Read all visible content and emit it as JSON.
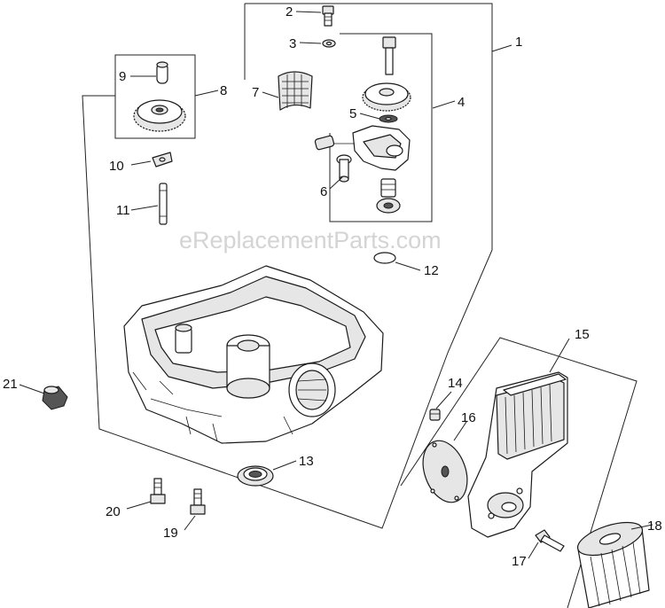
{
  "watermark": "eReplacementParts.com",
  "callouts": [
    {
      "id": "1",
      "text": "1"
    },
    {
      "id": "2",
      "text": "2"
    },
    {
      "id": "3",
      "text": "3"
    },
    {
      "id": "4",
      "text": "4"
    },
    {
      "id": "5",
      "text": "5"
    },
    {
      "id": "6",
      "text": "6"
    },
    {
      "id": "7",
      "text": "7"
    },
    {
      "id": "8",
      "text": "8"
    },
    {
      "id": "9",
      "text": "9"
    },
    {
      "id": "10",
      "text": "10"
    },
    {
      "id": "11",
      "text": "11"
    },
    {
      "id": "12",
      "text": "12"
    },
    {
      "id": "13",
      "text": "13"
    },
    {
      "id": "14",
      "text": "14"
    },
    {
      "id": "15",
      "text": "15"
    },
    {
      "id": "16",
      "text": "16"
    },
    {
      "id": "17",
      "text": "17"
    },
    {
      "id": "18",
      "text": "18"
    },
    {
      "id": "19",
      "text": "19"
    },
    {
      "id": "20",
      "text": "20"
    },
    {
      "id": "21",
      "text": "21"
    }
  ]
}
